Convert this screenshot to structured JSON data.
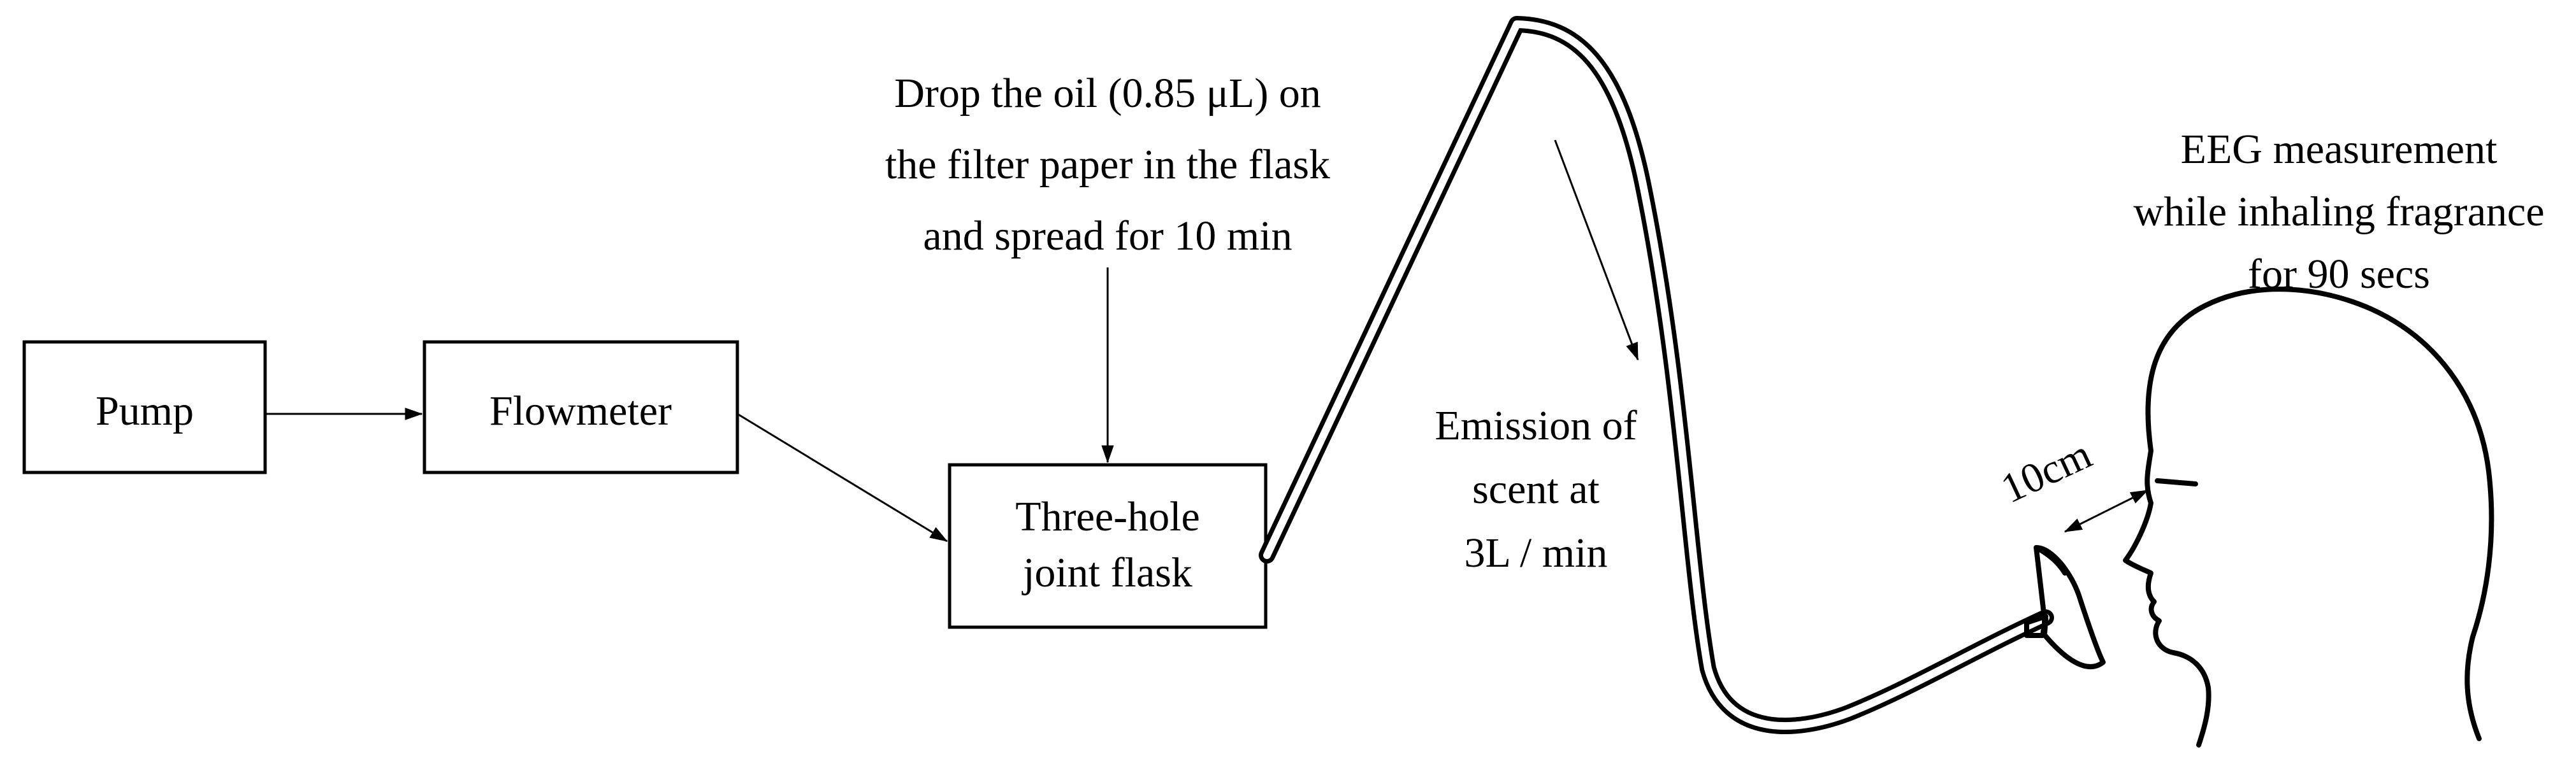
{
  "boxes": {
    "pump": "Pump",
    "flowmeter": "Flowmeter",
    "flask_line1": "Three-hole",
    "flask_line2": "joint flask"
  },
  "annotations": {
    "drop_line1": "Drop the oil (0.85 μL) on",
    "drop_line2": "the filter  paper in the flask",
    "drop_line3": "and spread for 10 min",
    "emission_line1": "Emission of",
    "emission_line2": "scent at",
    "emission_line3": "3L / min",
    "eeg_line1": "EEG measurement",
    "eeg_line2": "while  inhaling fragrance",
    "eeg_line3": "for 90 secs",
    "distance": "10cm"
  }
}
